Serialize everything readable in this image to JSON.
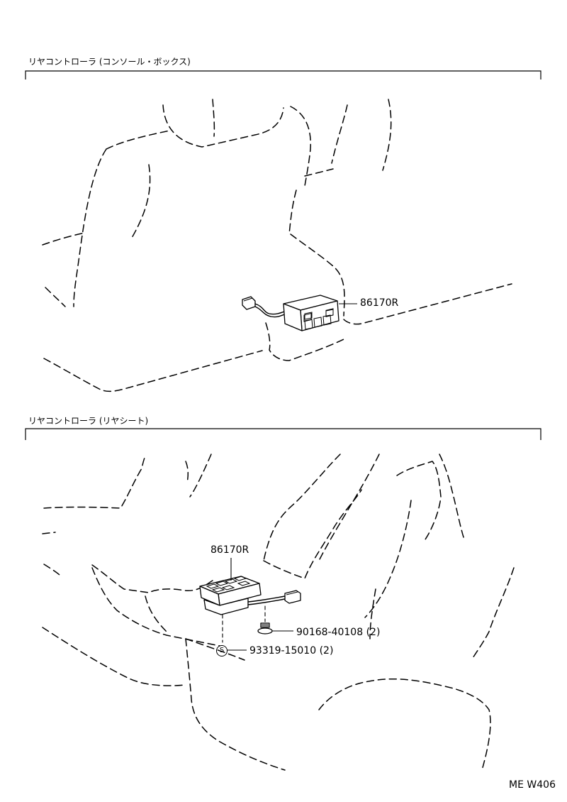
{
  "sections": [
    {
      "title": "リヤコントローラ (コンソール・ボックス)",
      "parts": [
        {
          "part_number": "86170R"
        }
      ]
    },
    {
      "title": "リヤコントローラ (リヤシート)",
      "parts": [
        {
          "part_number": "86170R"
        },
        {
          "part_number": "90168-40108 (2)"
        },
        {
          "part_number": "93319-15010 (2)",
          "symbol": "S"
        }
      ]
    }
  ],
  "reference_code": "ME W406"
}
